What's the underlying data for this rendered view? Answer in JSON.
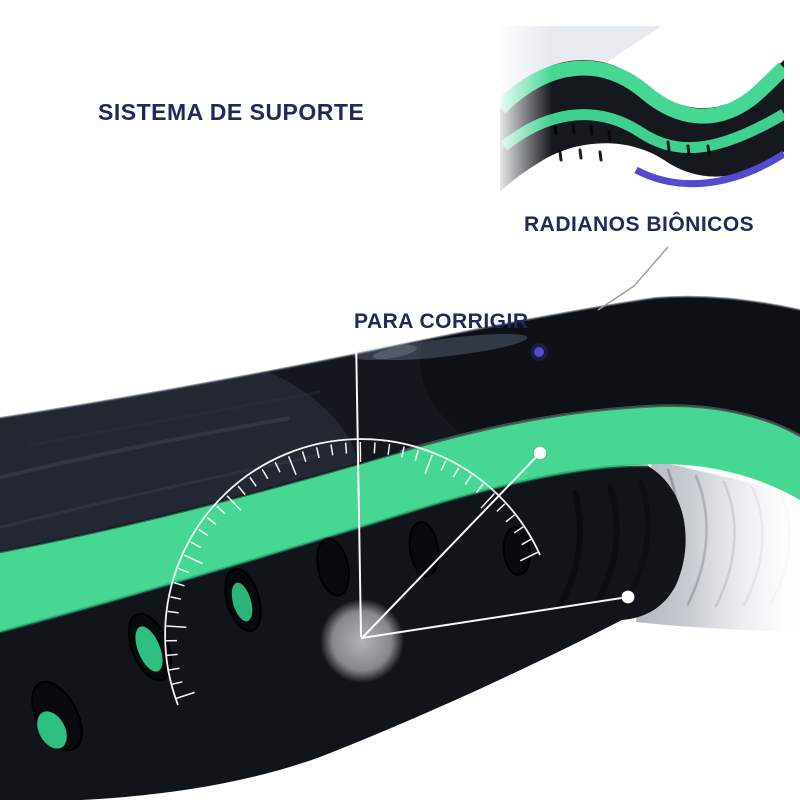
{
  "labels": {
    "support_system": "SISTEMA DE SUPORTE",
    "bionic_radians": "RADIANOS BIÔNICOS",
    "correction": "PARA CORRIGIR"
  },
  "colors": {
    "background": "#ffffff",
    "heading_text": "#20295a",
    "insole_green": "#46d795",
    "insole_dark": "#14171d",
    "foam_dark": "#111419",
    "overlay_white": "#ffffff",
    "accent_blue": "#544ad0",
    "callout_line": "#9aa0a8"
  }
}
